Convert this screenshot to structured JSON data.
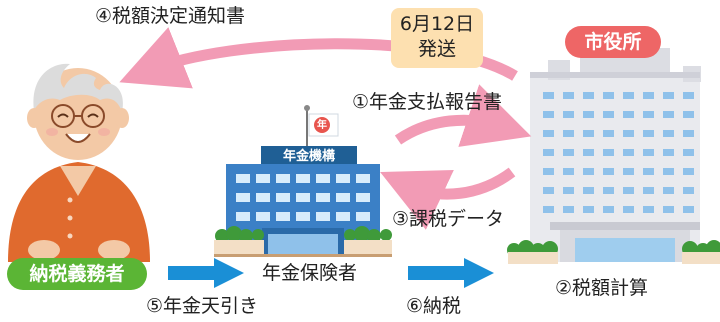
{
  "labels": {
    "notice": "④税額決定通知書",
    "pension_report": "①年金支払報告書",
    "tax_data": "③課税データ",
    "pension_deduction": "⑤年金天引き",
    "pension_insurer": "年金保険者",
    "payment": "⑥納税",
    "tax_calc": "②税額計算"
  },
  "date_badge": {
    "date": "6月12日",
    "action": "発送"
  },
  "city_hall": {
    "name": "市役所"
  },
  "taxpayer": {
    "name": "納税義務者"
  },
  "pension_org": {
    "sign": "年金機構",
    "flag_char": "年"
  },
  "colors": {
    "pink_arrow": "#f29bb5",
    "blue_arrow": "#1a8fd6",
    "city_pill": "#ee6666",
    "taxpayer_pill": "#5bb535",
    "badge": "#fde0b0"
  }
}
